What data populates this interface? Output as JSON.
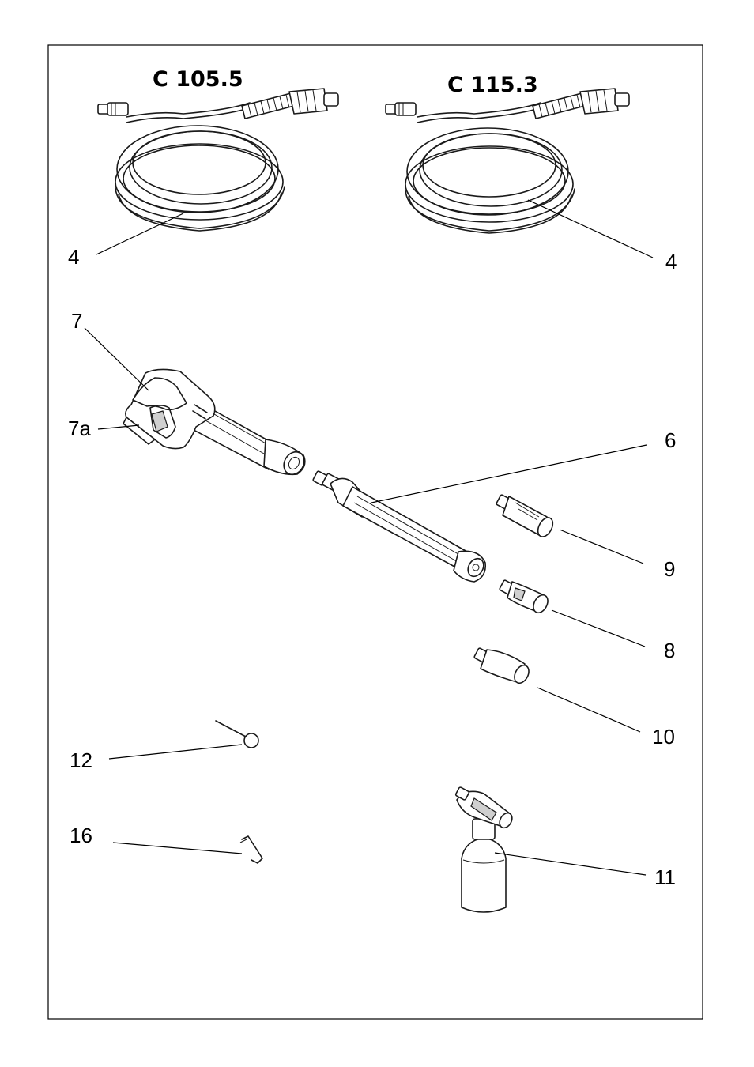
{
  "titles": {
    "left_model": "C 105.5",
    "right_model": "C 115.3"
  },
  "labels": {
    "hose_left": "4",
    "hose_right": "4",
    "gun": "7",
    "gun_trigger": "7a",
    "lance": "6",
    "nozzle_9": "9",
    "nozzle_8": "8",
    "nozzle_10": "10",
    "needle": "12",
    "foam_sprayer": "11",
    "hex_key": "16"
  }
}
